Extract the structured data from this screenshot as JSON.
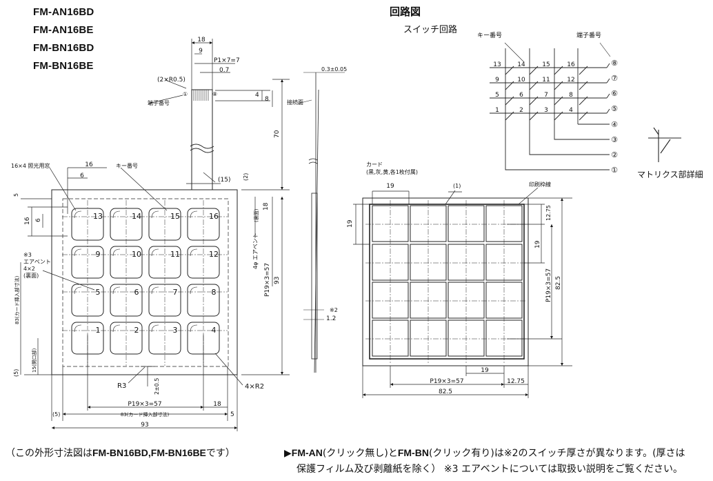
{
  "models": [
    "FM-AN16BD",
    "FM-AN16BE",
    "FM-BN16BD",
    "FM-BN16BE"
  ],
  "circuit": {
    "title": "回路図",
    "subtitle": "スイッチ回路",
    "key_number_label": "キー番号",
    "terminal_number_label": "端子番号",
    "matrix_detail_label": "マトリクス部詳細",
    "rows": [
      [
        "13",
        "14",
        "15",
        "16"
      ],
      [
        "9",
        "10",
        "11",
        "12"
      ],
      [
        "5",
        "6",
        "7",
        "8"
      ],
      [
        "1",
        "2",
        "3",
        "4"
      ]
    ],
    "terminals": [
      "⑧",
      "⑦",
      "⑥",
      "⑤",
      "④",
      "③",
      "②",
      "①"
    ]
  },
  "front_view": {
    "keys": [
      "13",
      "14",
      "15",
      "16",
      "9",
      "10",
      "11",
      "12",
      "5",
      "6",
      "7",
      "8",
      "1",
      "2",
      "3",
      "4"
    ],
    "labels": {
      "light_window": "16×4 照光用窓",
      "key_number": "キー番号",
      "terminal_number": "端子番号",
      "r05": "(2×R0.5)",
      "pitch": "P1×7=7",
      "d18_top": "18",
      "d9": "9",
      "d07": "0.7",
      "t1": "①",
      "t8": "⑧",
      "d4": "4",
      "d8": "8",
      "d70": "70",
      "d15_paren": "(15)",
      "d16_top": "16",
      "d6_top": "6",
      "d5_left": "5",
      "d16_left": "16",
      "d6_left": "6",
      "air_vent_left": "※3\nエアベント\n4×2\n(裏面)",
      "card_insert_v": "83(カード挿入部寸法)",
      "opening_v": "15(開口部)",
      "d5_paren_v": "(5)",
      "r3": "R3",
      "d2_05": "2±0.5",
      "r2": "4×R2",
      "p57_bottom": "P19×3=57",
      "d18_bottom": "18",
      "d5_paren_h": "(5)",
      "card_insert_h": "83(カード挿入部寸法)",
      "d5_bottom": "5",
      "d93_bottom": "93",
      "d2_paren": "(2)",
      "d18_right": "18",
      "rear_side": "(裏面)",
      "air_vent_right": "4φ エアベント",
      "p57_right": "P19×3=57",
      "d93_right": "93"
    }
  },
  "side_view": {
    "thickness": "0.3±0.05",
    "contact_face": "接続面",
    "note2": "※2",
    "d12": "1.2"
  },
  "card_view": {
    "card_label": "カード\n(黒,灰,黄,各1枚付属)",
    "print_frame": "印刷枠線",
    "d19_top": "19",
    "d1_paren": "(1)",
    "d19_left": "19",
    "d1275_top": "12.75",
    "d19_right": "19",
    "p57_v": "P19×3=57",
    "d825_v": "82.5",
    "d19_bottom": "19",
    "p57_h": "P19×3=57",
    "d1275_bottom": "12.75",
    "d825_h": "82.5"
  },
  "footer": {
    "line1_left_pre": "（この外形寸法図は",
    "line1_left_models": "FM-BN16BD,FM-BN16BE",
    "line1_left_post": "です）",
    "line1_right_pre": "▶",
    "line1_right_an": "FM-AN",
    "line1_right_mid1": "(クリック無し)と",
    "line1_right_bn": "FM-BN",
    "line1_right_mid2": "(クリック有り)は※2のスイッチ厚さが異なります。(厚さは",
    "line2": "保護フィルム及び剥離紙を除く）  ※3 エアベントについては取扱い説明をご覧ください。"
  }
}
